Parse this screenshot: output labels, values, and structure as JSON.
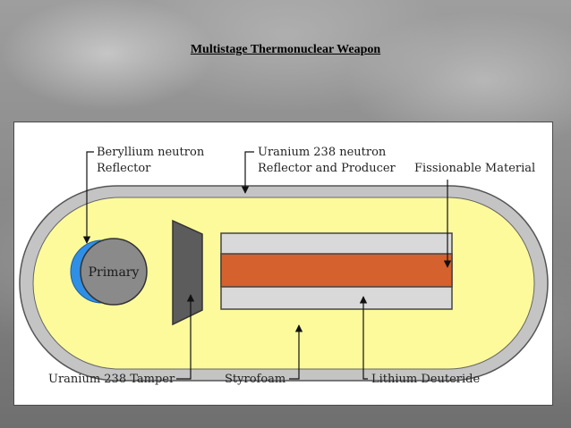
{
  "title": "Multistage Thermonuclear Weapon",
  "colors": {
    "casing": "#c4c4c4",
    "styrofoam": "#fdfa9c",
    "primary": "#8a8a8a",
    "reflector": "#2f8fe6",
    "tamper": "#5c5c5c",
    "fissionable": "#d9d9d9",
    "lithium_deuteride": "#d4612e"
  },
  "labels": {
    "beryllium_line1": "Beryllium neutron",
    "beryllium_line2": "Reflector",
    "uranium_neutron_line1": "Uranium 238 neutron",
    "uranium_neutron_line2": "Reflector and Producer",
    "fissionable": "Fissionable Material",
    "primary": "Primary",
    "tamper": "Uranium 238 Tamper",
    "styrofoam": "Styrofoam",
    "lithium": "Lithium Deuteride"
  }
}
